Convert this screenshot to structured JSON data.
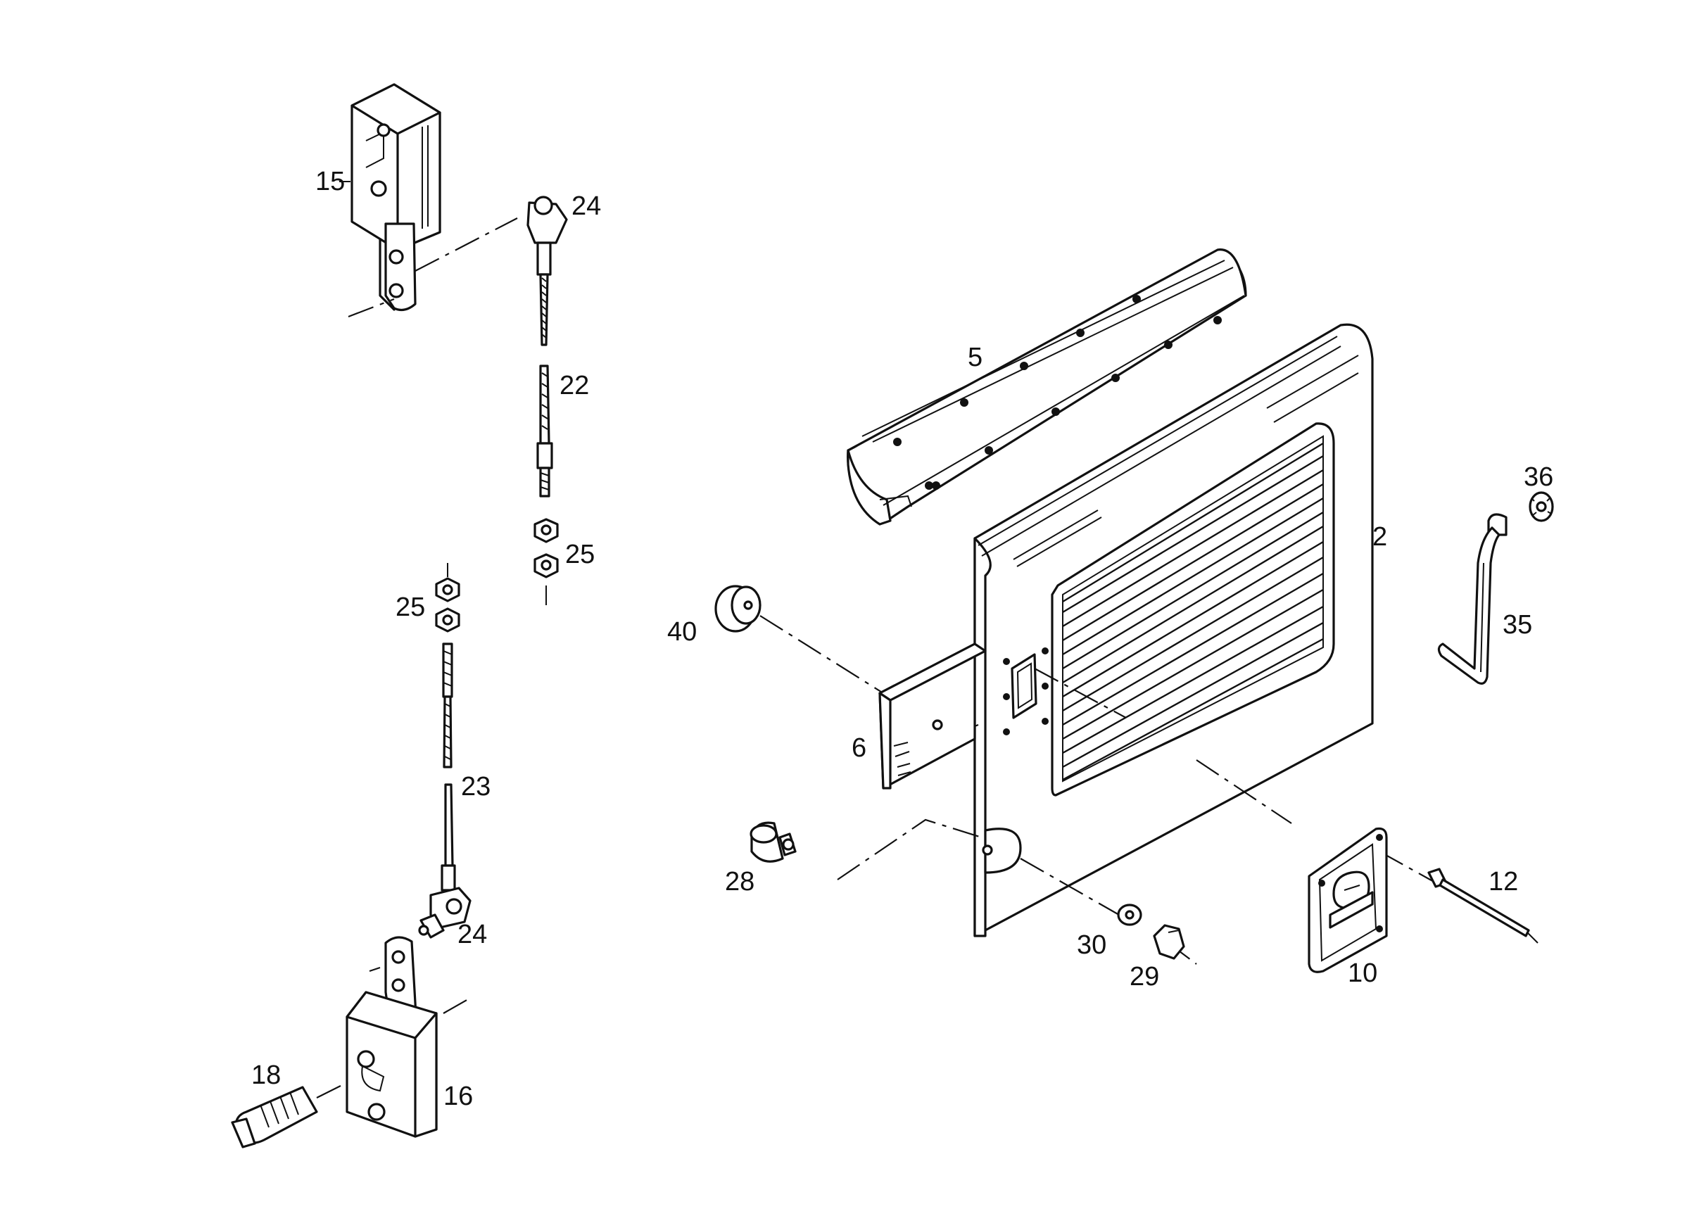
{
  "callouts": {
    "c15": "15",
    "c24_top": "24",
    "c22": "22",
    "c25_top": "25",
    "c25_mid": "25",
    "c23": "23",
    "c24_bottom": "24",
    "c18": "18",
    "c16": "16",
    "c5": "5",
    "c2": "2",
    "c36": "36",
    "c35": "35",
    "c40": "40",
    "c6": "6",
    "c28": "28",
    "c30": "30",
    "c29": "29",
    "c10": "10",
    "c12": "12"
  },
  "colors": {
    "ink": "#111111",
    "paper": "#ffffff"
  }
}
